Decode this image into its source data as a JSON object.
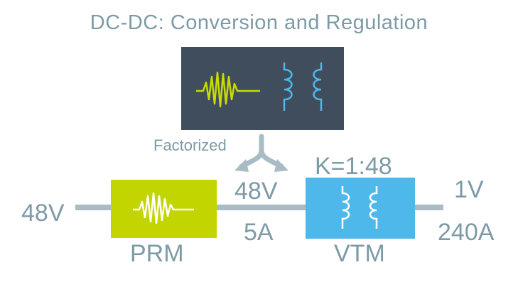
{
  "title": "DC-DC: Conversion and Regulation",
  "factorized_label": "Factorized",
  "input_voltage": "48V",
  "intermediate_voltage": "48V",
  "intermediate_current": "5A",
  "transformer_ratio": "K=1:48",
  "output_voltage": "1V",
  "output_current": "240A",
  "prm_label": "PRM",
  "vtm_label": "VTM",
  "colors": {
    "text": "#7d9aa7",
    "line": "#a9bcc5",
    "dark_box": "#3f4d5c",
    "prm_box": "#c2d500",
    "vtm_box": "#4fb8ea",
    "waveform": "#c8dc00",
    "coil": "#4fb8ea"
  },
  "icons": [
    "regulator-waveform-icon",
    "transformer-coil-icon"
  ]
}
